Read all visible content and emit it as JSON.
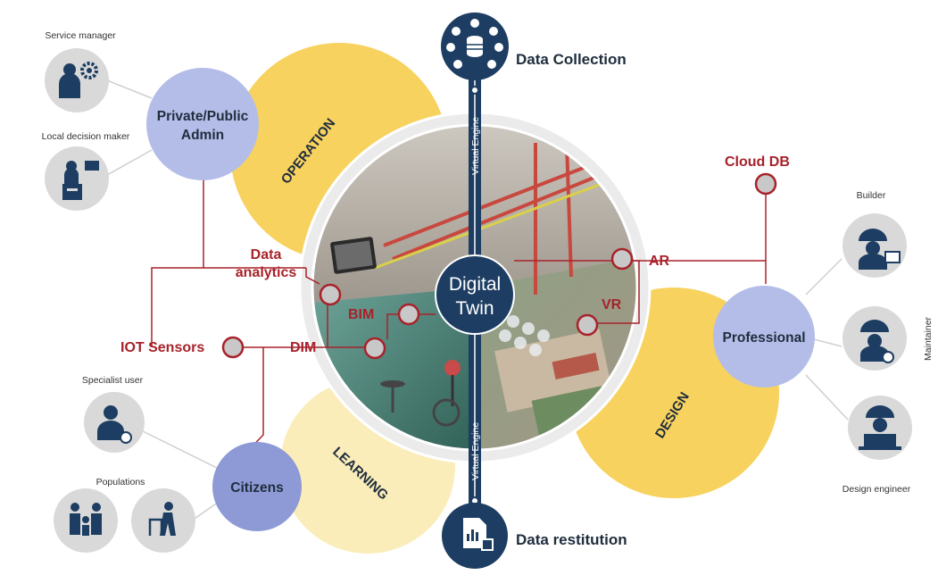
{
  "center": {
    "line1": "Digital",
    "line2": "Twin"
  },
  "hubs": {
    "admin": {
      "line1": "Private/Public",
      "line2": "Admin"
    },
    "professional": "Professional",
    "citizens": "Citizens"
  },
  "arcs": {
    "operation": "OPERATION",
    "design": "DESIGN",
    "learning": "LEARNING"
  },
  "axis": {
    "top_label": "Data Collection",
    "bottom_label": "Data restitution",
    "engine_label": "Virtual Engine"
  },
  "tech": {
    "data_analytics": {
      "line1": "Data",
      "line2": "analytics"
    },
    "bim": "BIM",
    "dim": "DIM",
    "iot": "IOT Sensors",
    "ar": "AR",
    "vr": "VR",
    "cloud": "Cloud DB"
  },
  "roles": {
    "service_manager": "Service manager",
    "local_decision_maker": "Local decision maker",
    "specialist_user": "Specialist user",
    "populations": "Populations",
    "builder": "Builder",
    "maintainer": "Maintainer",
    "design_engineer": "Design engineer"
  },
  "colors": {
    "navy": "#1d3d62",
    "red": "#a8222a",
    "yellow": "#f8d25e",
    "pale_yellow": "#fbedba",
    "hub_blue": "#b3bde8",
    "icon_gray": "#d9d9d9"
  }
}
